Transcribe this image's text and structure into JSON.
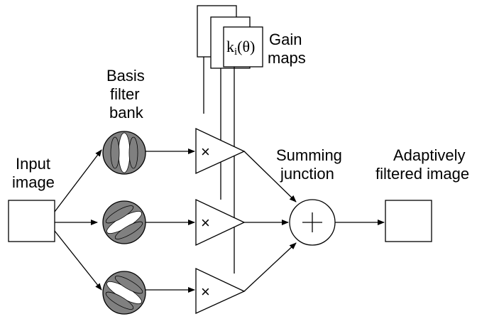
{
  "labels": {
    "input_line1": "Input",
    "input_line2": "image",
    "basis_line1": "Basis",
    "basis_line2": "filter",
    "basis_line3": "bank",
    "gain_line1": "Gain",
    "gain_line2": "maps",
    "gain_function": "k",
    "gain_subscript": "i",
    "gain_argument": "(θ)",
    "summing_line1": "Summing",
    "summing_line2": "junction",
    "output_line1": "Adaptively",
    "output_line2": "filtered image"
  },
  "symbols": {
    "multiply": "×"
  },
  "colors": {
    "filter_gray": "#808080",
    "line": "#000000"
  }
}
